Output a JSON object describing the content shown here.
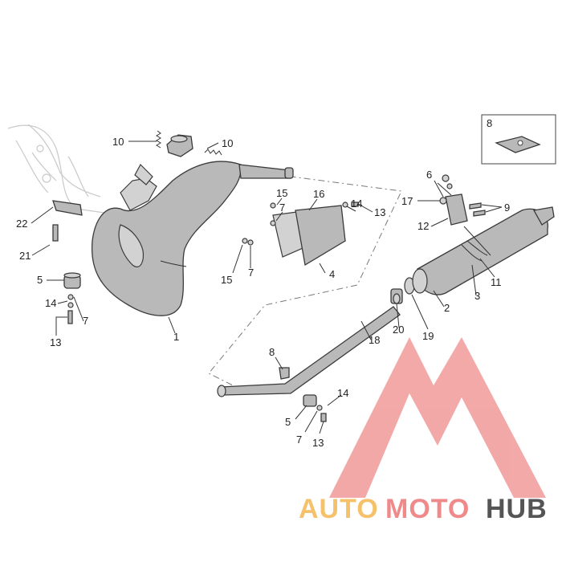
{
  "callouts": {
    "c1": "1",
    "c2": "2",
    "c3": "3",
    "c4": "4",
    "c5a": "5",
    "c5b": "5",
    "c6": "6",
    "c7a": "7",
    "c7b": "7",
    "c7c": "7",
    "c7d": "7",
    "c8a": "8",
    "c8b": "8",
    "c9": "9",
    "c10a": "10",
    "c10b": "10",
    "c11": "11",
    "c12": "12",
    "c13a": "13",
    "c13b": "13",
    "c13c": "13",
    "c14a": "14",
    "c14b": "14",
    "c14c": "14",
    "c15a": "15",
    "c15b": "15",
    "c16": "16",
    "c17": "17",
    "c18": "18",
    "c19": "19",
    "c20": "20",
    "c21": "21",
    "c22": "22"
  },
  "inset": {
    "label": "8"
  },
  "watermark": {
    "part1": "AUTO",
    "part2": "MOTO",
    "part3": "HUB",
    "color1": "#f5c26b",
    "color2": "#f08a8a",
    "color3": "#555555",
    "logo_color": "#f29a9a"
  }
}
